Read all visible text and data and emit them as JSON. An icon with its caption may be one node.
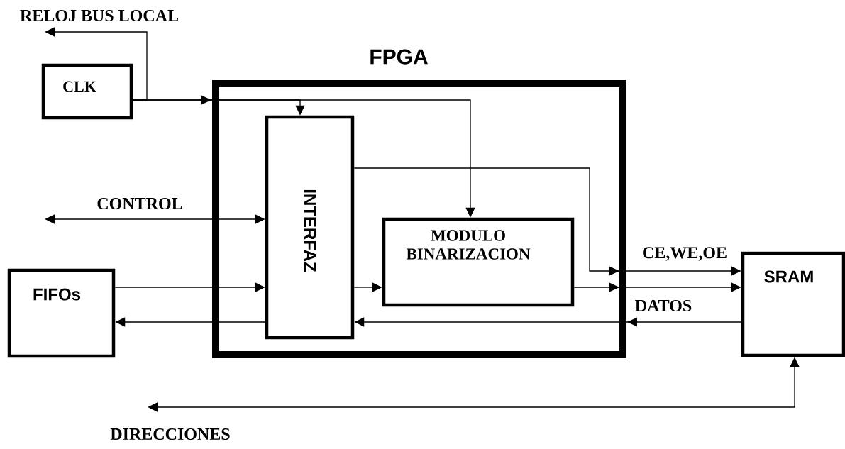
{
  "diagram": {
    "nodes": [
      {
        "text": [
          "FPGA"
        ]
      },
      {
        "text": [
          "CLK"
        ]
      },
      {
        "text": [
          "INTERFAZ"
        ],
        "in": 0
      },
      {
        "text": [
          "MODULO BINARIZACION"
        ],
        "in": 0
      },
      {
        "text": [
          "FIFOs"
        ]
      },
      {
        "text": [
          "SRAM"
        ]
      }
    ],
    "edges": [
      {
        "from": 1,
        "to": null,
        "arrow": "to",
        "label": "RELOJ BUS LOCAL"
      },
      {
        "from": 1,
        "to": 2,
        "arrow": "to"
      },
      {
        "from": 1,
        "to": 3,
        "arrow": "to"
      },
      {
        "from": null,
        "to": 2,
        "arrow": "both",
        "label": "CONTROL"
      },
      {
        "from": 4,
        "to": 2,
        "arrow": "to"
      },
      {
        "from": 2,
        "to": 4,
        "arrow": "to"
      },
      {
        "from": 2,
        "to": 3,
        "arrow": "to"
      },
      {
        "from": 2,
        "to": 5,
        "arrow": "to",
        "label": "CE,WE,OE"
      },
      {
        "from": 3,
        "to": 5,
        "arrow": "to"
      },
      {
        "from": 5,
        "to": 2,
        "arrow": "to",
        "label": "DATOS"
      },
      {
        "from": null,
        "to": 5,
        "arrow": "both",
        "label": "DIRECCIONES"
      }
    ]
  }
}
